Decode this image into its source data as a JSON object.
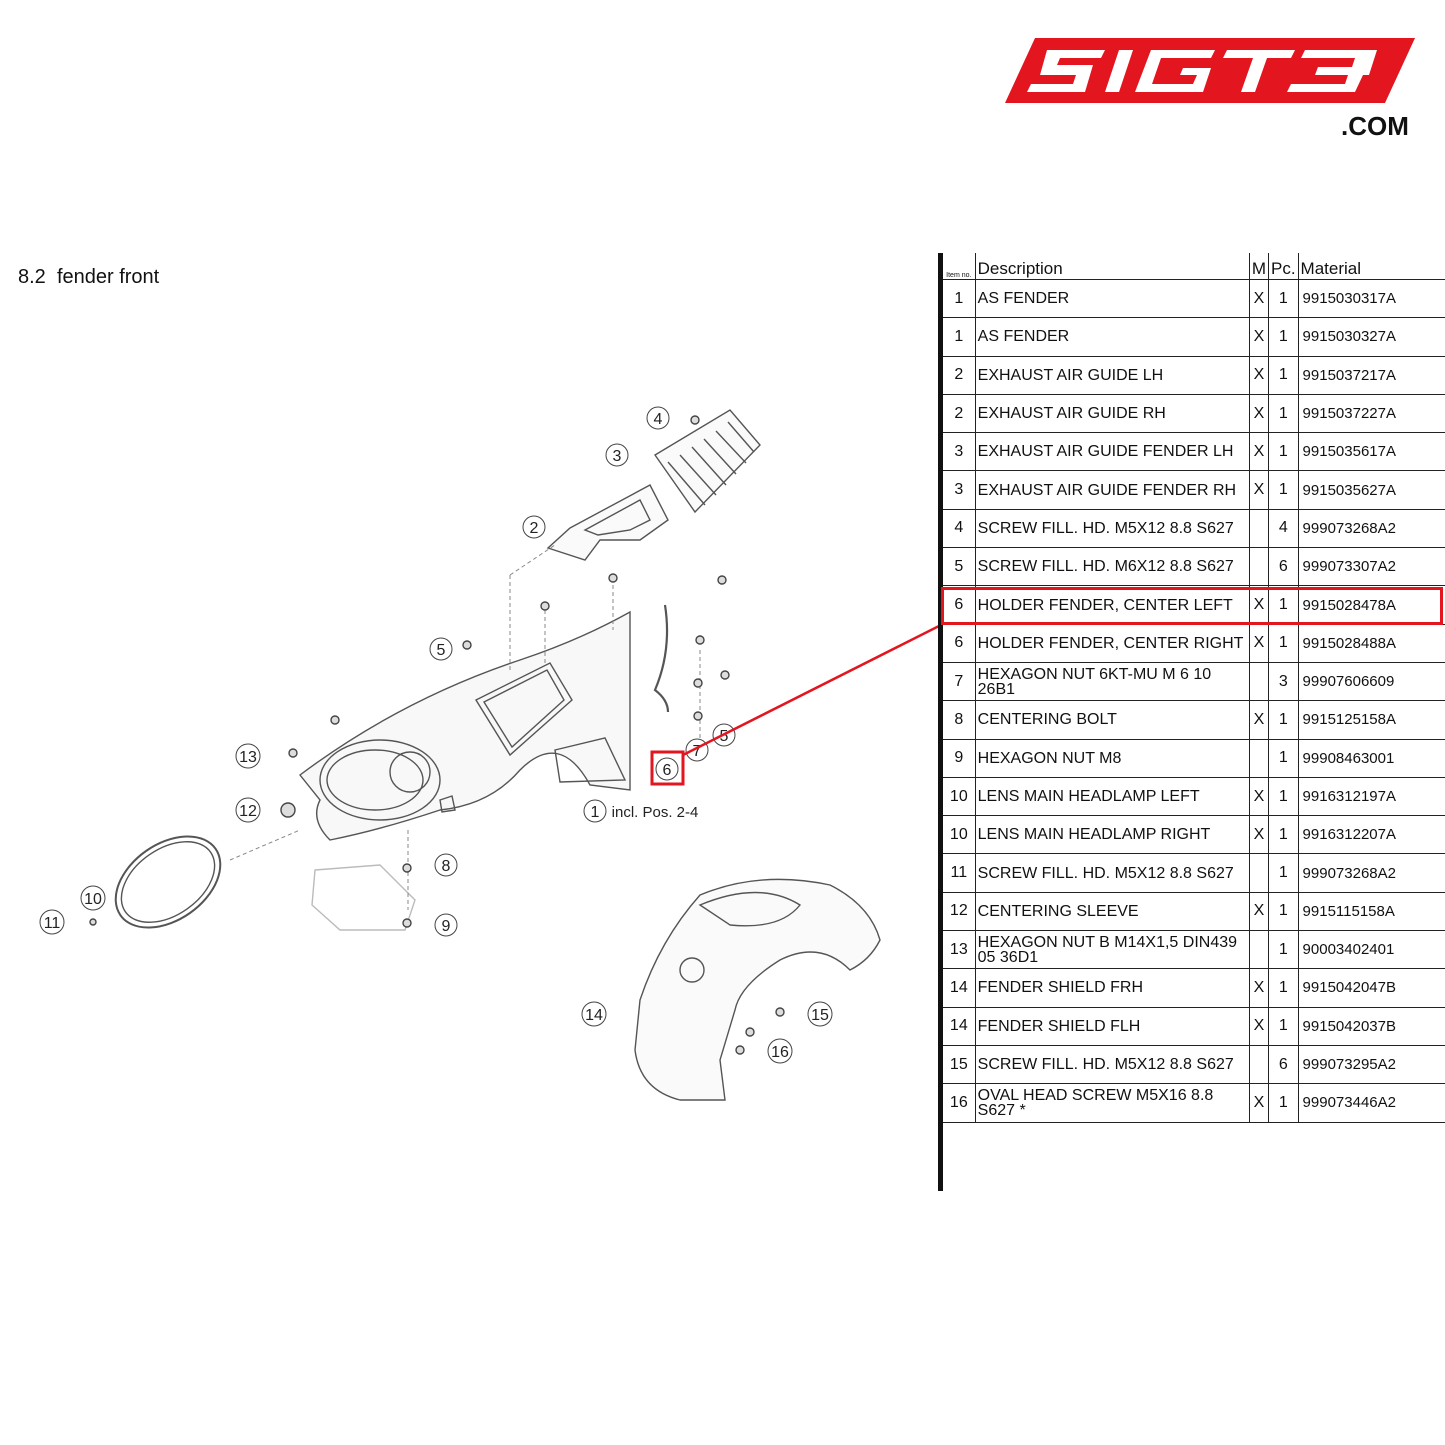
{
  "logo": {
    "text": "SIGT3",
    "suffix": ".COM",
    "color": "#e3161f"
  },
  "section": {
    "number": "8.2",
    "title": "fender front"
  },
  "diagram": {
    "callouts": [
      "1",
      "2",
      "3",
      "4",
      "5",
      "6",
      "7",
      "8",
      "9",
      "10",
      "11",
      "12",
      "13",
      "14",
      "15",
      "16"
    ],
    "label_1_note": "incl. Pos. 2-4",
    "line_color": "#555555",
    "highlight_color": "#e3161f"
  },
  "table": {
    "headers": {
      "item": "Item no.",
      "description": "Description",
      "m": "M",
      "pc": "Pc.",
      "material": "Material"
    },
    "rows": [
      {
        "item": "1",
        "desc": "AS FENDER",
        "m": "X",
        "pc": "1",
        "mat": "9915030317A"
      },
      {
        "item": "1",
        "desc": "AS FENDER",
        "m": "X",
        "pc": "1",
        "mat": "9915030327A"
      },
      {
        "item": "2",
        "desc": "EXHAUST AIR GUIDE LH",
        "m": "X",
        "pc": "1",
        "mat": "9915037217A"
      },
      {
        "item": "2",
        "desc": "EXHAUST AIR GUIDE RH",
        "m": "X",
        "pc": "1",
        "mat": "9915037227A"
      },
      {
        "item": "3",
        "desc": "EXHAUST AIR GUIDE FENDER LH",
        "m": "X",
        "pc": "1",
        "mat": "9915035617A"
      },
      {
        "item": "3",
        "desc": "EXHAUST AIR GUIDE FENDER RH",
        "m": "X",
        "pc": "1",
        "mat": "9915035627A"
      },
      {
        "item": "4",
        "desc": "SCREW FILL. HD. M5X12 8.8 S627",
        "m": "",
        "pc": "4",
        "mat": "999073268A2"
      },
      {
        "item": "5",
        "desc": "SCREW FILL. HD. M6X12 8.8 S627",
        "m": "",
        "pc": "6",
        "mat": "999073307A2"
      },
      {
        "item": "6",
        "desc": "HOLDER FENDER, CENTER LEFT",
        "m": "X",
        "pc": "1",
        "mat": "9915028478A"
      },
      {
        "item": "6",
        "desc": "HOLDER FENDER, CENTER RIGHT",
        "m": "X",
        "pc": "1",
        "mat": "9915028488A"
      },
      {
        "item": "7",
        "desc": "HEXAGON NUT 6KT-MU M 6 10 26B1",
        "m": "",
        "pc": "3",
        "mat": "99907606609"
      },
      {
        "item": "8",
        "desc": "CENTERING BOLT",
        "m": "X",
        "pc": "1",
        "mat": "9915125158A"
      },
      {
        "item": "9",
        "desc": "HEXAGON NUT M8",
        "m": "",
        "pc": "1",
        "mat": "99908463001"
      },
      {
        "item": "10",
        "desc": "LENS MAIN HEADLAMP LEFT",
        "m": "X",
        "pc": "1",
        "mat": "9916312197A"
      },
      {
        "item": "10",
        "desc": "LENS MAIN HEADLAMP RIGHT",
        "m": "X",
        "pc": "1",
        "mat": "9916312207A"
      },
      {
        "item": "11",
        "desc": "SCREW FILL. HD. M5X12 8.8 S627",
        "m": "",
        "pc": "1",
        "mat": "999073268A2"
      },
      {
        "item": "12",
        "desc": "CENTERING SLEEVE",
        "m": "X",
        "pc": "1",
        "mat": "9915115158A"
      },
      {
        "item": "13",
        "desc": "HEXAGON NUT B M14X1,5 DIN439 05 36D1",
        "m": "",
        "pc": "1",
        "mat": "90003402401"
      },
      {
        "item": "14",
        "desc": "FENDER SHIELD FRH",
        "m": "X",
        "pc": "1",
        "mat": "9915042047B"
      },
      {
        "item": "14",
        "desc": "FENDER SHIELD FLH",
        "m": "X",
        "pc": "1",
        "mat": "9915042037B"
      },
      {
        "item": "15",
        "desc": "SCREW FILL. HD. M5X12 8.8 S627",
        "m": "",
        "pc": "6",
        "mat": "999073295A2"
      },
      {
        "item": "16",
        "desc": "OVAL HEAD SCREW M5X16 8.8 S627 *",
        "m": "X",
        "pc": "1",
        "mat": "999073446A2"
      }
    ],
    "highlighted_row_index": 8
  }
}
